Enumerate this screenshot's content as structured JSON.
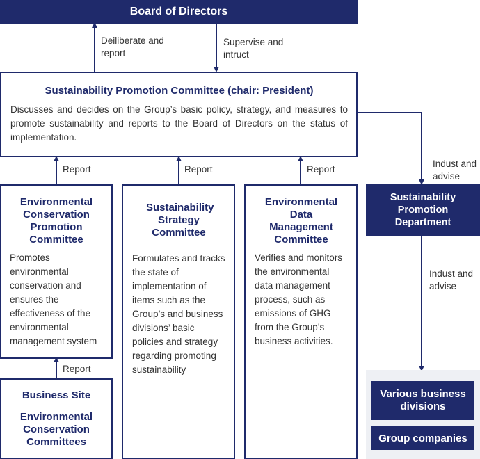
{
  "board": {
    "title": "Board of Directors"
  },
  "edges": {
    "deliberate": "Deiliberate and\nreport",
    "supervise": "Supervise and\nintruct",
    "report1": "Report",
    "report2": "Report",
    "report3": "Report",
    "report4": "Report",
    "instruct1": "Indust and\nadvise",
    "instruct2": "Indust and\nadvise"
  },
  "spc": {
    "title": "Sustainability Promotion Committee (chair: President)",
    "description": "Discusses and decides on the Group’s basic policy, strategy, and measures to promote sustainability and reports to the Board of Directors on the status of implementation."
  },
  "committees": [
    {
      "title": "Environmental Conservation Promotion Committee",
      "description": "Promotes environmental conservation and ensures the effectiveness of the environmental management system"
    },
    {
      "title": "Sustainability Strategy Committee",
      "description": "Formulates and tracks the state of implementation of items such as the Group’s and business divisions’ basic policies and strategy regarding promoting sustainability"
    },
    {
      "title": "Environmental Data Management Committee",
      "description": "Verifies and monitors the environmental data management process, such as emissions of GHG from the Group’s business activities."
    }
  ],
  "business_site": {
    "title": "Business Site",
    "subtitle": "Environmental Conservation Committees"
  },
  "spd": {
    "title": "Sustainability Promotion Department"
  },
  "targets": {
    "divisions": "Various business divisions",
    "group": "Group companies"
  },
  "colors": {
    "navy": "#1f2a6b",
    "text": "#333333",
    "panel": "#eef0f4"
  }
}
